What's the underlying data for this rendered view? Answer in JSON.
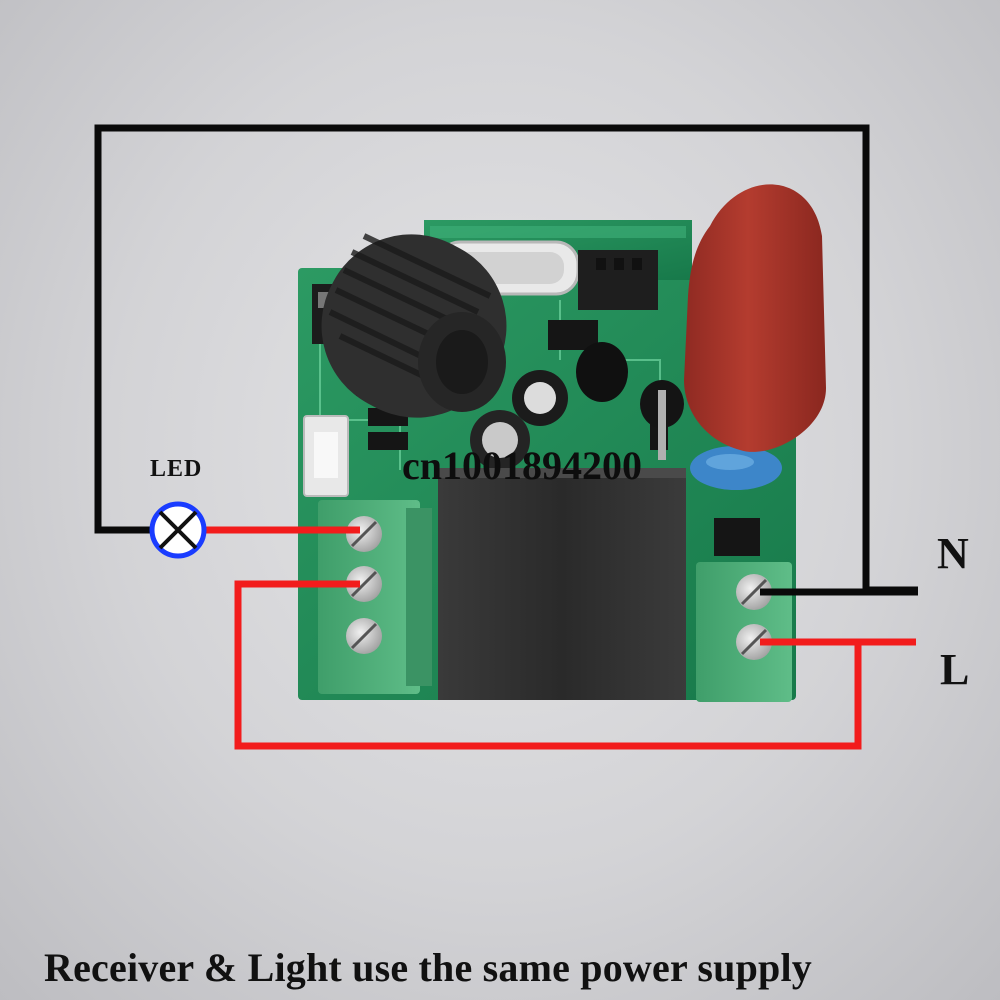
{
  "labels": {
    "led": "LED",
    "neutral": "N",
    "live": "L",
    "watermark": "cn1001894200",
    "caption": "Receiver & Light use the same power supply"
  },
  "colors": {
    "neutral_wire": "#0a0a0a",
    "live_wire": "#f21c1c",
    "lamp_symbol": "#1a3cff",
    "pcb": "#1f8a55",
    "terminal_block": "#4fae7a",
    "relay": "#2b2b2b",
    "capacitor": "#a8332a",
    "antenna": "#2e2e2e"
  },
  "icons": {
    "lamp": "lamp-x-symbol"
  }
}
